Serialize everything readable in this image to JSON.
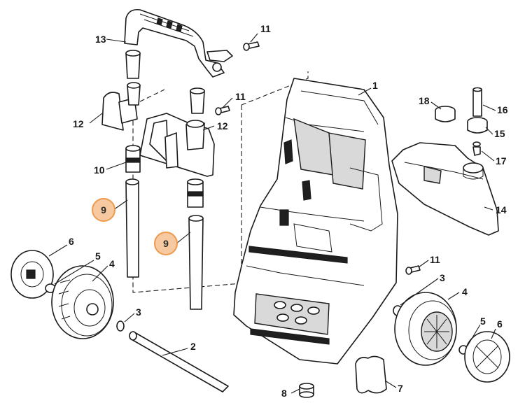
{
  "diagram": {
    "highlight_color": "#ee9a4d",
    "highlight_fill": "#f6c9a0",
    "callouts": {
      "c1": "1",
      "c2": "2",
      "c3_left": "3",
      "c3_right": "3",
      "c4_left": "4",
      "c4_right": "4",
      "c5_left": "5",
      "c5_right": "5",
      "c6_left": "6",
      "c6_right": "6",
      "c7": "7",
      "c8": "8",
      "c10": "10",
      "c11_top": "11",
      "c11_mid": "11",
      "c11_right": "11",
      "c12_left": "12",
      "c12_right": "12",
      "c13": "13",
      "c14": "14",
      "c15": "15",
      "c16": "16",
      "c17": "17",
      "c18": "18"
    },
    "highlighted_callouts": {
      "c9_left": "9",
      "c9_right": "9"
    }
  }
}
